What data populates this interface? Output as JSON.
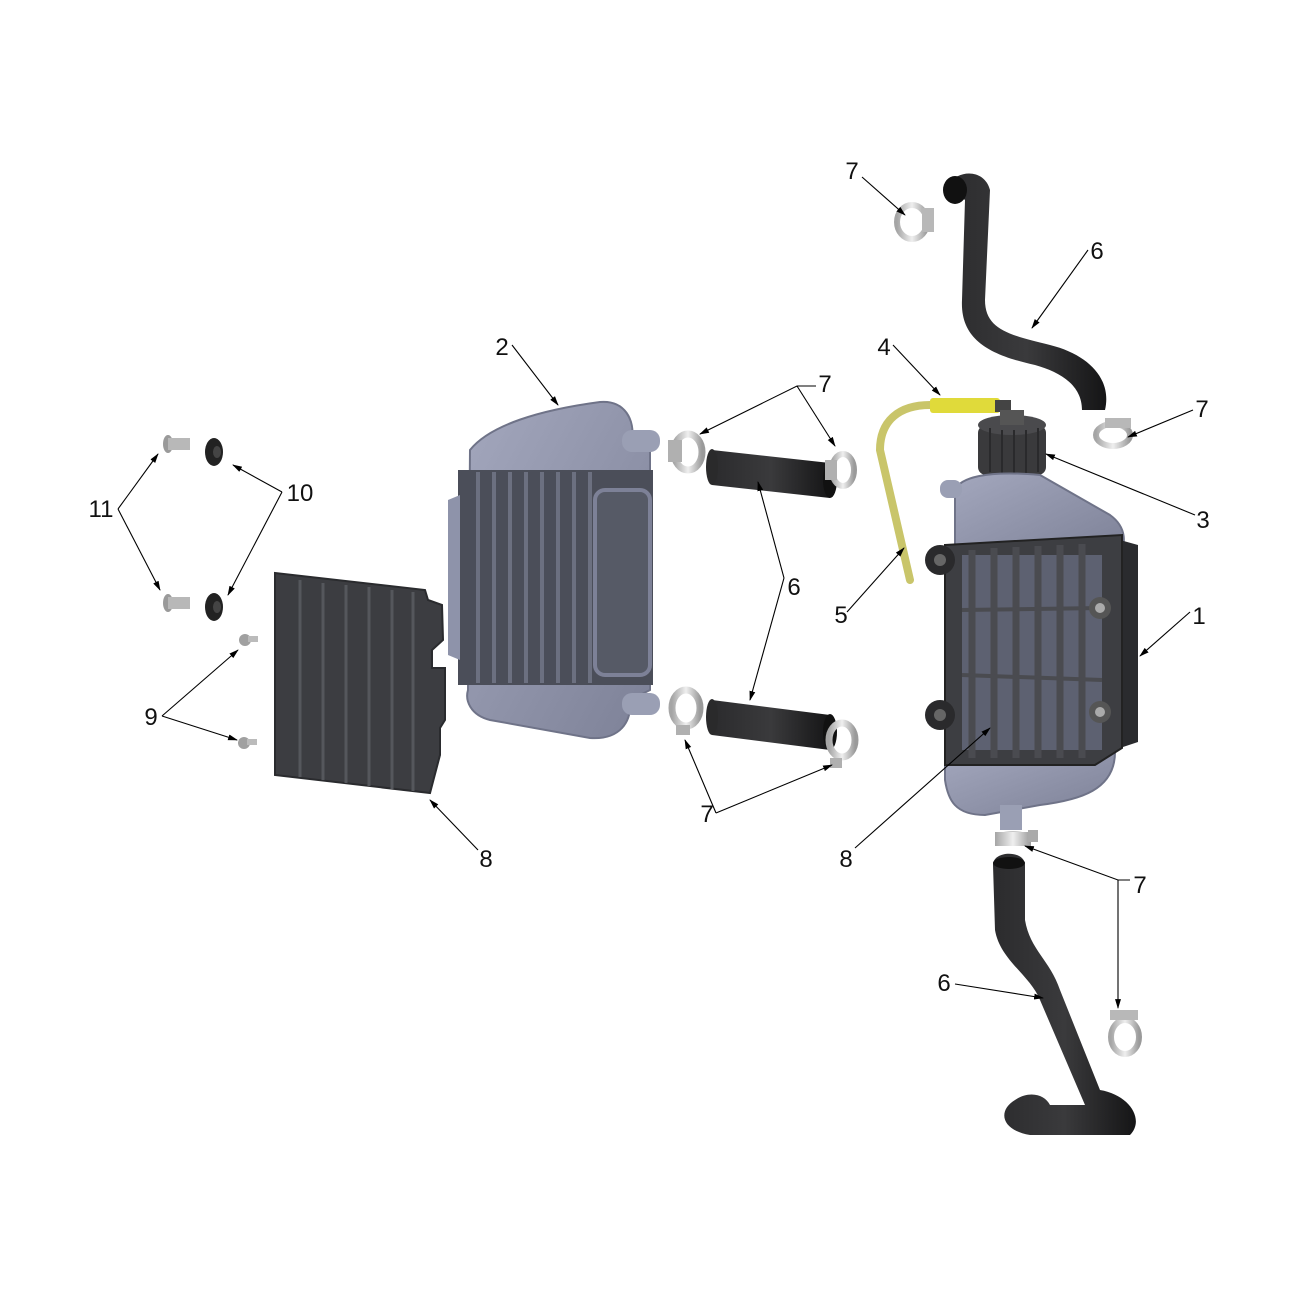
{
  "diagram": {
    "type": "exploded-parts-diagram",
    "subject": "radiator cooling system assembly",
    "background": "#ffffff",
    "colors": {
      "radiator_body": "#8e93aa",
      "radiator_core": "#4a4d57",
      "louver_guard": "#3c3d41",
      "hose": "#1e1e1f",
      "clamp": "#c8c8c8",
      "overflow_tube": "#c9c56a",
      "tube_sleeve": "#e0da3a",
      "cap": "#3a3a3c",
      "leader_line": "#000000"
    }
  },
  "callouts": [
    {
      "id": "c1",
      "label": "1",
      "part": "radiator-right"
    },
    {
      "id": "c2",
      "label": "2",
      "part": "radiator-left"
    },
    {
      "id": "c3",
      "label": "3",
      "part": "radiator-cap"
    },
    {
      "id": "c4",
      "label": "4",
      "part": "overflow-tube-sleeve"
    },
    {
      "id": "c5",
      "label": "5",
      "part": "overflow-tube"
    },
    {
      "id": "c6a",
      "label": "6",
      "part": "upper-hose"
    },
    {
      "id": "c6b",
      "label": "6",
      "part": "crossover-hoses"
    },
    {
      "id": "c6c",
      "label": "6",
      "part": "lower-hose"
    },
    {
      "id": "c7a",
      "label": "7",
      "part": "clamp-upper-hose-top"
    },
    {
      "id": "c7b",
      "label": "7",
      "part": "clamp-upper-hose-bottom"
    },
    {
      "id": "c7c",
      "label": "7",
      "part": "clamps-crossover-top"
    },
    {
      "id": "c7d",
      "label": "7",
      "part": "clamps-crossover-bottom"
    },
    {
      "id": "c7e",
      "label": "7",
      "part": "clamps-lower-hose"
    },
    {
      "id": "c8a",
      "label": "8",
      "part": "louver-guard-left"
    },
    {
      "id": "c8b",
      "label": "8",
      "part": "louver-guard-right"
    },
    {
      "id": "c9",
      "label": "9",
      "part": "guard-screws"
    },
    {
      "id": "c10",
      "label": "10",
      "part": "grommets"
    },
    {
      "id": "c11",
      "label": "11",
      "part": "mounting-bushings"
    }
  ]
}
